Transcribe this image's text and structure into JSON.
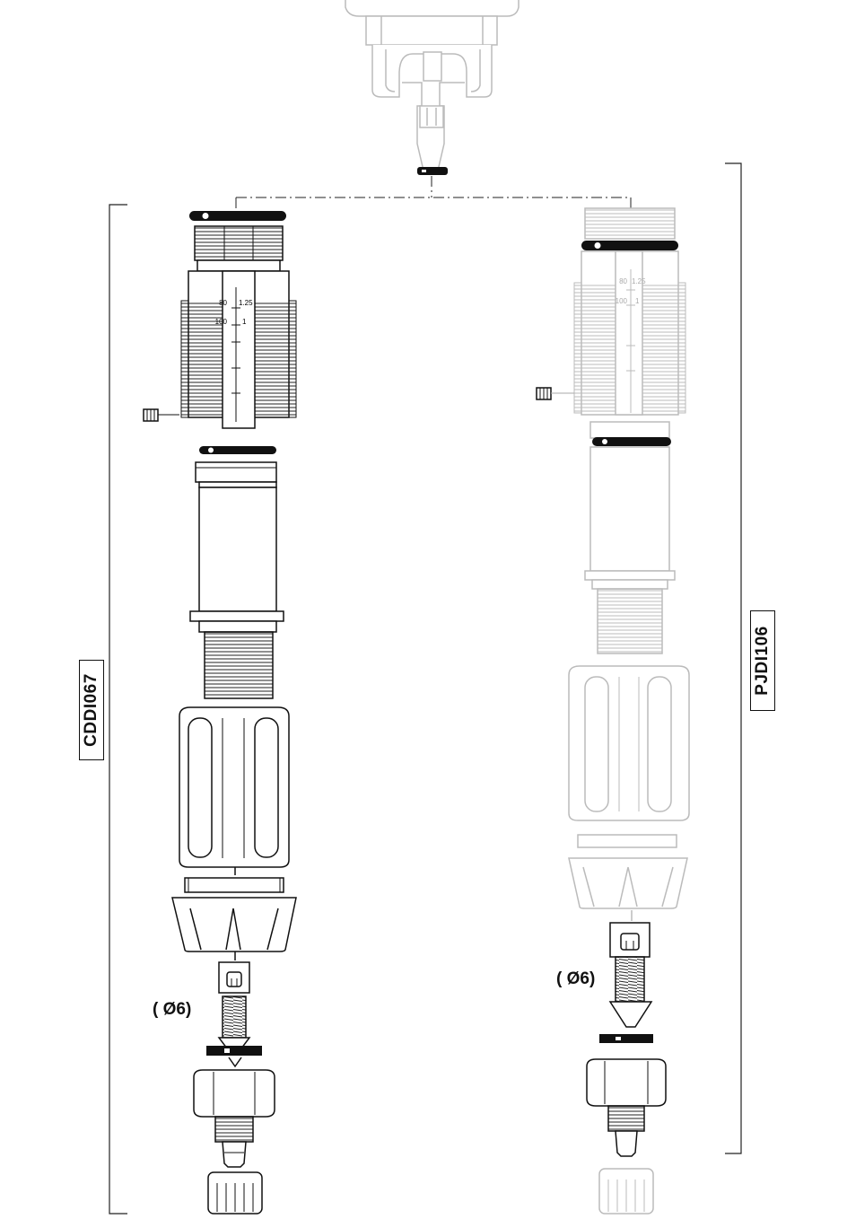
{
  "kits": [
    {
      "id": "left",
      "label": "CDDI067"
    },
    {
      "id": "right",
      "label": "PJDI106"
    }
  ],
  "tube_diameter_left": "( Ø6)",
  "tube_diameter_right": "( Ø6)",
  "scale_left": {
    "mark_a": "80",
    "mark_b": "1.25",
    "mark_c": "100",
    "mark_d": "1"
  },
  "scale_right": {
    "mark_a": "80",
    "mark_b": "1.25",
    "mark_c": "100",
    "mark_d": "1"
  }
}
